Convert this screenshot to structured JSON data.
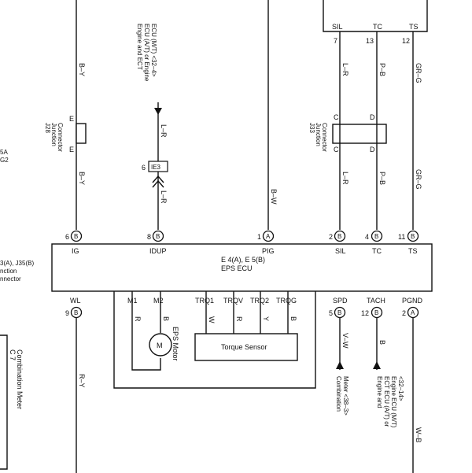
{
  "top_box": {
    "pins": [
      "SIL",
      "TC",
      "TS"
    ],
    "pin_numbers": [
      "7",
      "13",
      "12"
    ]
  },
  "wire_colors": {
    "ig_upper": "B–Y",
    "ig_lower": "B–Y",
    "idup_upper": "L–R",
    "idup_lower": "L–R",
    "pig": "B–W",
    "sil_upper": "L–R",
    "sil_lower": "L–R",
    "tc_upper": "P–B",
    "tc_lower": "P–B",
    "ts_upper": "GR–G",
    "ts_lower": "GR–G",
    "wl": "R–Y",
    "m1": "R",
    "m2": "B",
    "trq1": "W",
    "trqv": "R",
    "trq2": "Y",
    "trqg": "B",
    "spd": "V–W",
    "tach": "B",
    "pgnd": "W–B"
  },
  "idup_destination": [
    "Engine and ECT",
    "ECU (A/T) or Engine",
    "ECU (M/T) <32–4>"
  ],
  "j28": {
    "id": "J28",
    "lines": [
      "Junction",
      "Connector"
    ],
    "pin_top": "E",
    "pin_bottom": "E"
  },
  "ie3": {
    "label": "IE3",
    "pin": "6"
  },
  "j33": {
    "id": "J33",
    "lines": [
      "Junction",
      "Connector"
    ],
    "pins_top": [
      "C",
      "D"
    ],
    "pins_bottom": [
      "C",
      "D"
    ]
  },
  "left_partial": {
    "line1": "5A",
    "line2": "G2",
    "line3": "3(A), J35(B)",
    "line4": "nction",
    "line5": "nnector"
  },
  "ecu": {
    "name_line1": "E 4(A), E 5(B)",
    "name_line2": "EPS ECU",
    "top_terminals": [
      {
        "pin": "6",
        "conn": "B",
        "name": "IG"
      },
      {
        "pin": "8",
        "conn": "B",
        "name": "IDUP"
      },
      {
        "pin": "1",
        "conn": "A",
        "name": "PIG"
      },
      {
        "pin": "2",
        "conn": "B",
        "name": "SIL"
      },
      {
        "pin": "4",
        "conn": "B",
        "name": "TC"
      },
      {
        "pin": "11",
        "conn": "B",
        "name": "TS"
      }
    ],
    "bottom_terminals": [
      {
        "pin": "9",
        "conn": "B",
        "name": "WL"
      },
      {
        "pin": "",
        "conn": "",
        "name": "M1"
      },
      {
        "pin": "",
        "conn": "",
        "name": "M2"
      },
      {
        "pin": "",
        "conn": "",
        "name": "TRQ1"
      },
      {
        "pin": "",
        "conn": "",
        "name": "TRQV"
      },
      {
        "pin": "",
        "conn": "",
        "name": "TRQ2"
      },
      {
        "pin": "",
        "conn": "",
        "name": "TRQG"
      },
      {
        "pin": "5",
        "conn": "B",
        "name": "SPD"
      },
      {
        "pin": "12",
        "conn": "B",
        "name": "TACH"
      },
      {
        "pin": "2",
        "conn": "A",
        "name": "PGND"
      }
    ]
  },
  "eps_motor": {
    "symbol": "M",
    "label": "EPS Motor"
  },
  "torque_sensor": {
    "label": "Torque Sensor"
  },
  "combination_meter": {
    "id": "C 7",
    "label": "Combination Meter"
  },
  "spd_destination": [
    "Combination",
    "Meter <38–3>"
  ],
  "tach_destination": [
    "Engine and",
    "ECT ECU (A/T) or",
    "Engine ECU (M/T)",
    "<32–14>"
  ]
}
